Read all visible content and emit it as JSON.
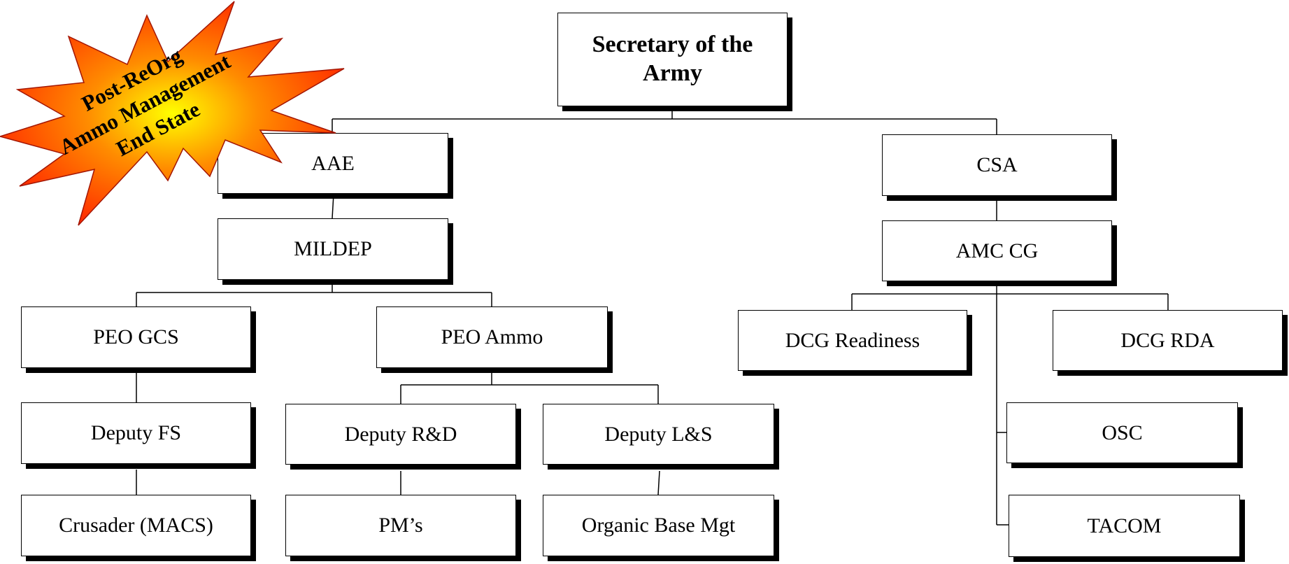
{
  "diagram": {
    "starburst_text": [
      "Post-ReOrg",
      "Ammo Management",
      "End State"
    ],
    "starburst_colors": {
      "outer": "#ff2a00",
      "mid": "#ff8c00",
      "inner": "#ffff00"
    },
    "boxes": {
      "secretary": "Secretary of the Army",
      "aae": "AAE",
      "mildep": "MILDEP",
      "peo_gcs": "PEO GCS",
      "peo_ammo": "PEO Ammo",
      "deputy_fs": "Deputy FS",
      "crusader": "Crusader (MACS)",
      "deputy_rd": "Deputy R&D",
      "deputy_ls": "Deputy L&S",
      "pms": "PM’s",
      "organic": "Organic Base  Mgt",
      "csa": "CSA",
      "amc_cg": "AMC CG",
      "dcg_readiness": "DCG Readiness",
      "dcg_rda": "DCG RDA",
      "osc": "OSC",
      "tacom": "TACOM"
    }
  }
}
